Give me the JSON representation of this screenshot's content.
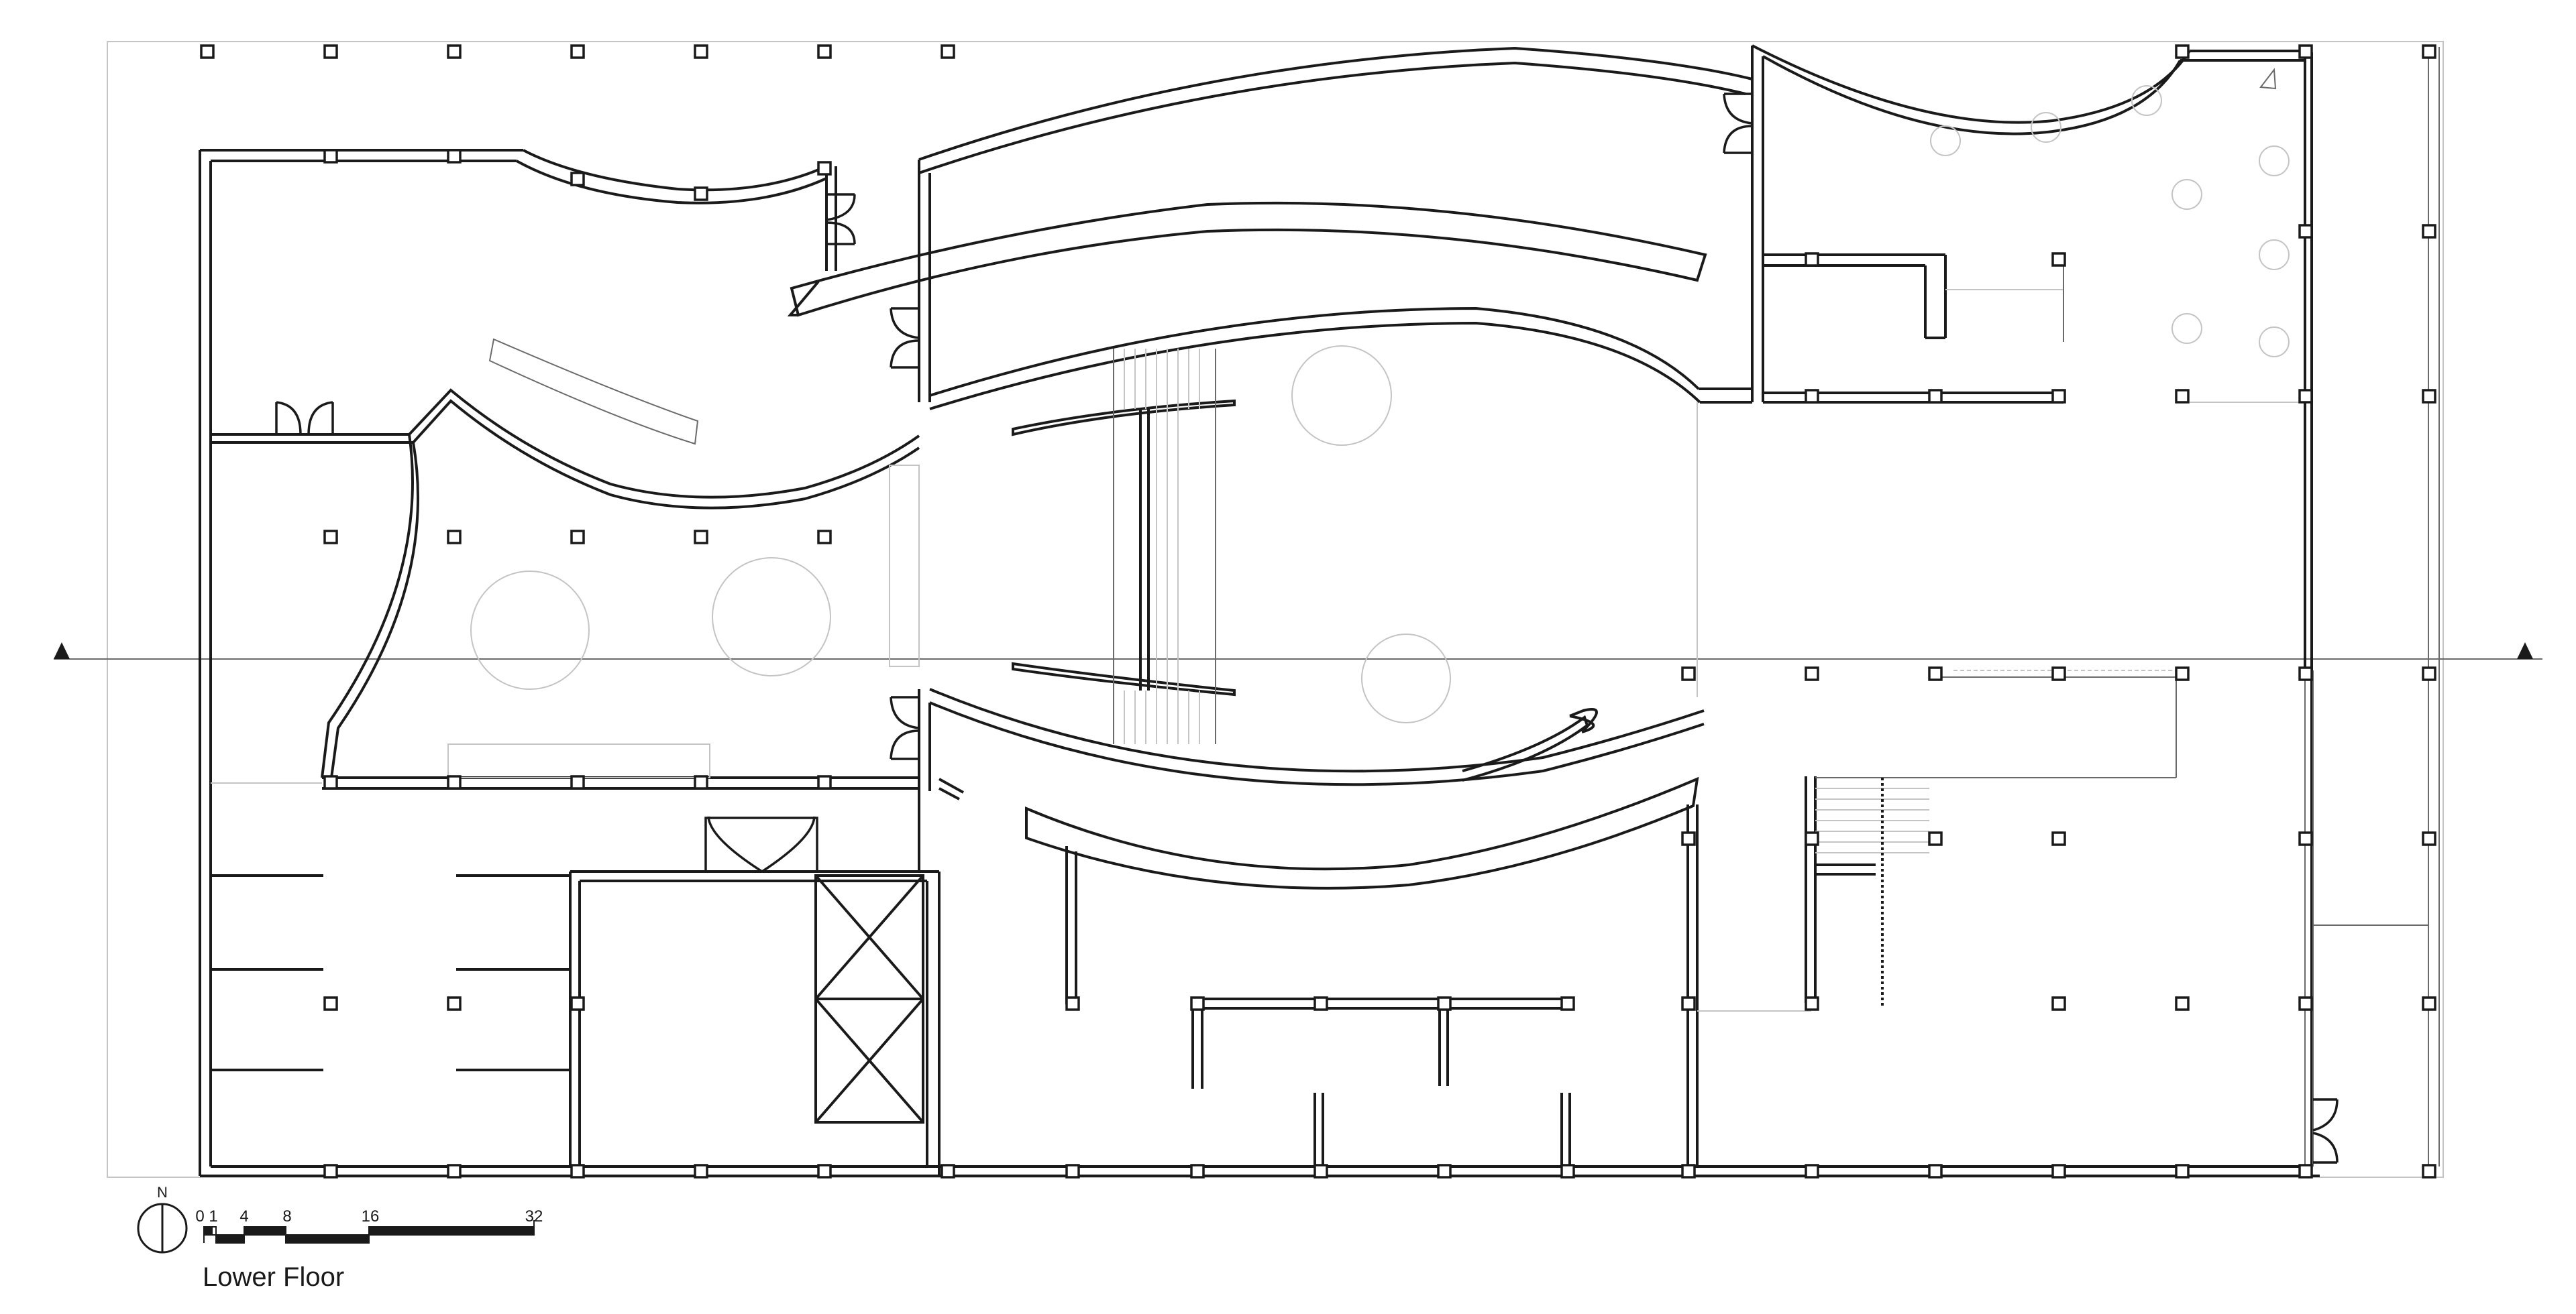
{
  "drawing": {
    "caption": "Lower Floor",
    "north_label": "N",
    "scale_bar": {
      "ticks": [
        "0",
        "1",
        "4",
        "8",
        "16",
        "32"
      ]
    }
  }
}
